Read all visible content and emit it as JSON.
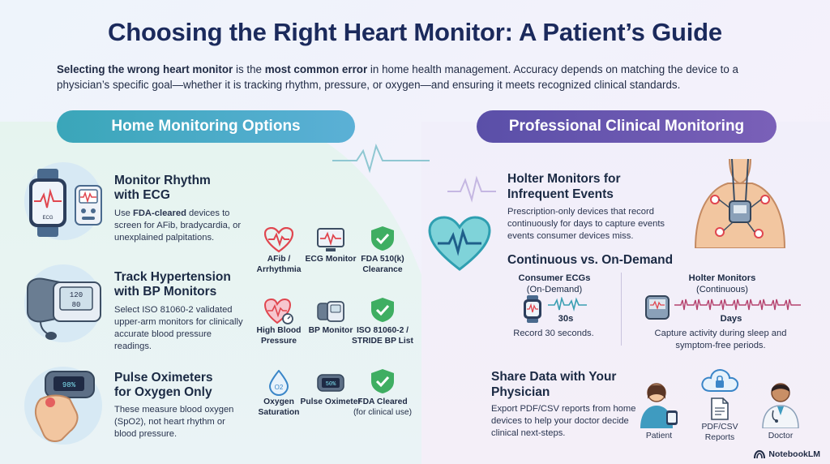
{
  "header": {
    "title": "Choosing the Right Heart Monitor: A Patient’s Guide",
    "subtitle_pre": "Selecting the wrong heart monitor",
    "subtitle_mid1": " is the ",
    "subtitle_bold2": "most common error",
    "subtitle_post": " in home health management. Accuracy depends on matching the device to a physician’s specific goal—whether it is tracking rhythm, pressure, or oxygen—and ensuring it meets recognized clinical standards."
  },
  "left": {
    "heading": "Home Monitoring Options",
    "rows": [
      {
        "title": "Monitor Rhythm with ECG",
        "text_pre": "Use ",
        "text_bold": "FDA-cleared",
        "text_post": " devices to screen for AFib, bradycardia, or unexplained palpitations."
      },
      {
        "title": "Track Hypertension with BP Monitors",
        "text": "Select ISO 81060-2 validated upper-arm monitors for clinically accurate blood pressure readings."
      },
      {
        "title": "Pulse Oximeters for Oxygen Only",
        "text": "These measure blood oxygen (SpO2), not heart rhythm or blood pressure."
      }
    ],
    "device_screens": {
      "ecg": "ECG",
      "bp_top": "120",
      "bp_bottom": "80",
      "ox": "98%"
    },
    "grid": [
      [
        "AFib / Arrhythmia",
        "ECG Monitor",
        "FDA 510(k) Clearance"
      ],
      [
        "High Blood Pressure",
        "BP Monitor",
        "ISO 81060-2 / STRIDE BP List"
      ],
      [
        "Oxygen Saturation",
        "Pulse Oximeter",
        "FDA Cleared"
      ]
    ],
    "grid_note": "(for clinical use)",
    "grid_icon_text": {
      "o2": "O2",
      "ox_screen": "50%"
    }
  },
  "right": {
    "heading": "Professional Clinical Monitoring",
    "holter": {
      "title": "Holter Monitors for Infrequent Events",
      "text": "Prescription-only devices that record continuously for days to capture events events consumer devices miss."
    },
    "compare": {
      "title": "Continuous vs. On-Demand",
      "left_title": "Consumer ECGs",
      "left_sub": "(On-Demand)",
      "left_value": "30s",
      "left_text": "Record 30 seconds.",
      "right_title": "Holter Monitors",
      "right_sub": "(Continuous)",
      "right_value": "Days",
      "right_text": "Capture activity during sleep and symptom-free periods."
    },
    "share": {
      "title": "Share Data with Your Physician",
      "text": "Export PDF/CSV reports from home devices to help your doctor decide clinical next-steps.",
      "labels": [
        "Patient",
        "PDF/CSV Reports",
        "Doctor"
      ]
    }
  },
  "brand": "NotebookLM",
  "colors": {
    "teal": "#3aa6b9",
    "purple": "#5a4fa8",
    "red": "#e0464f",
    "green": "#3fae62",
    "navy": "#1b2a5c"
  }
}
